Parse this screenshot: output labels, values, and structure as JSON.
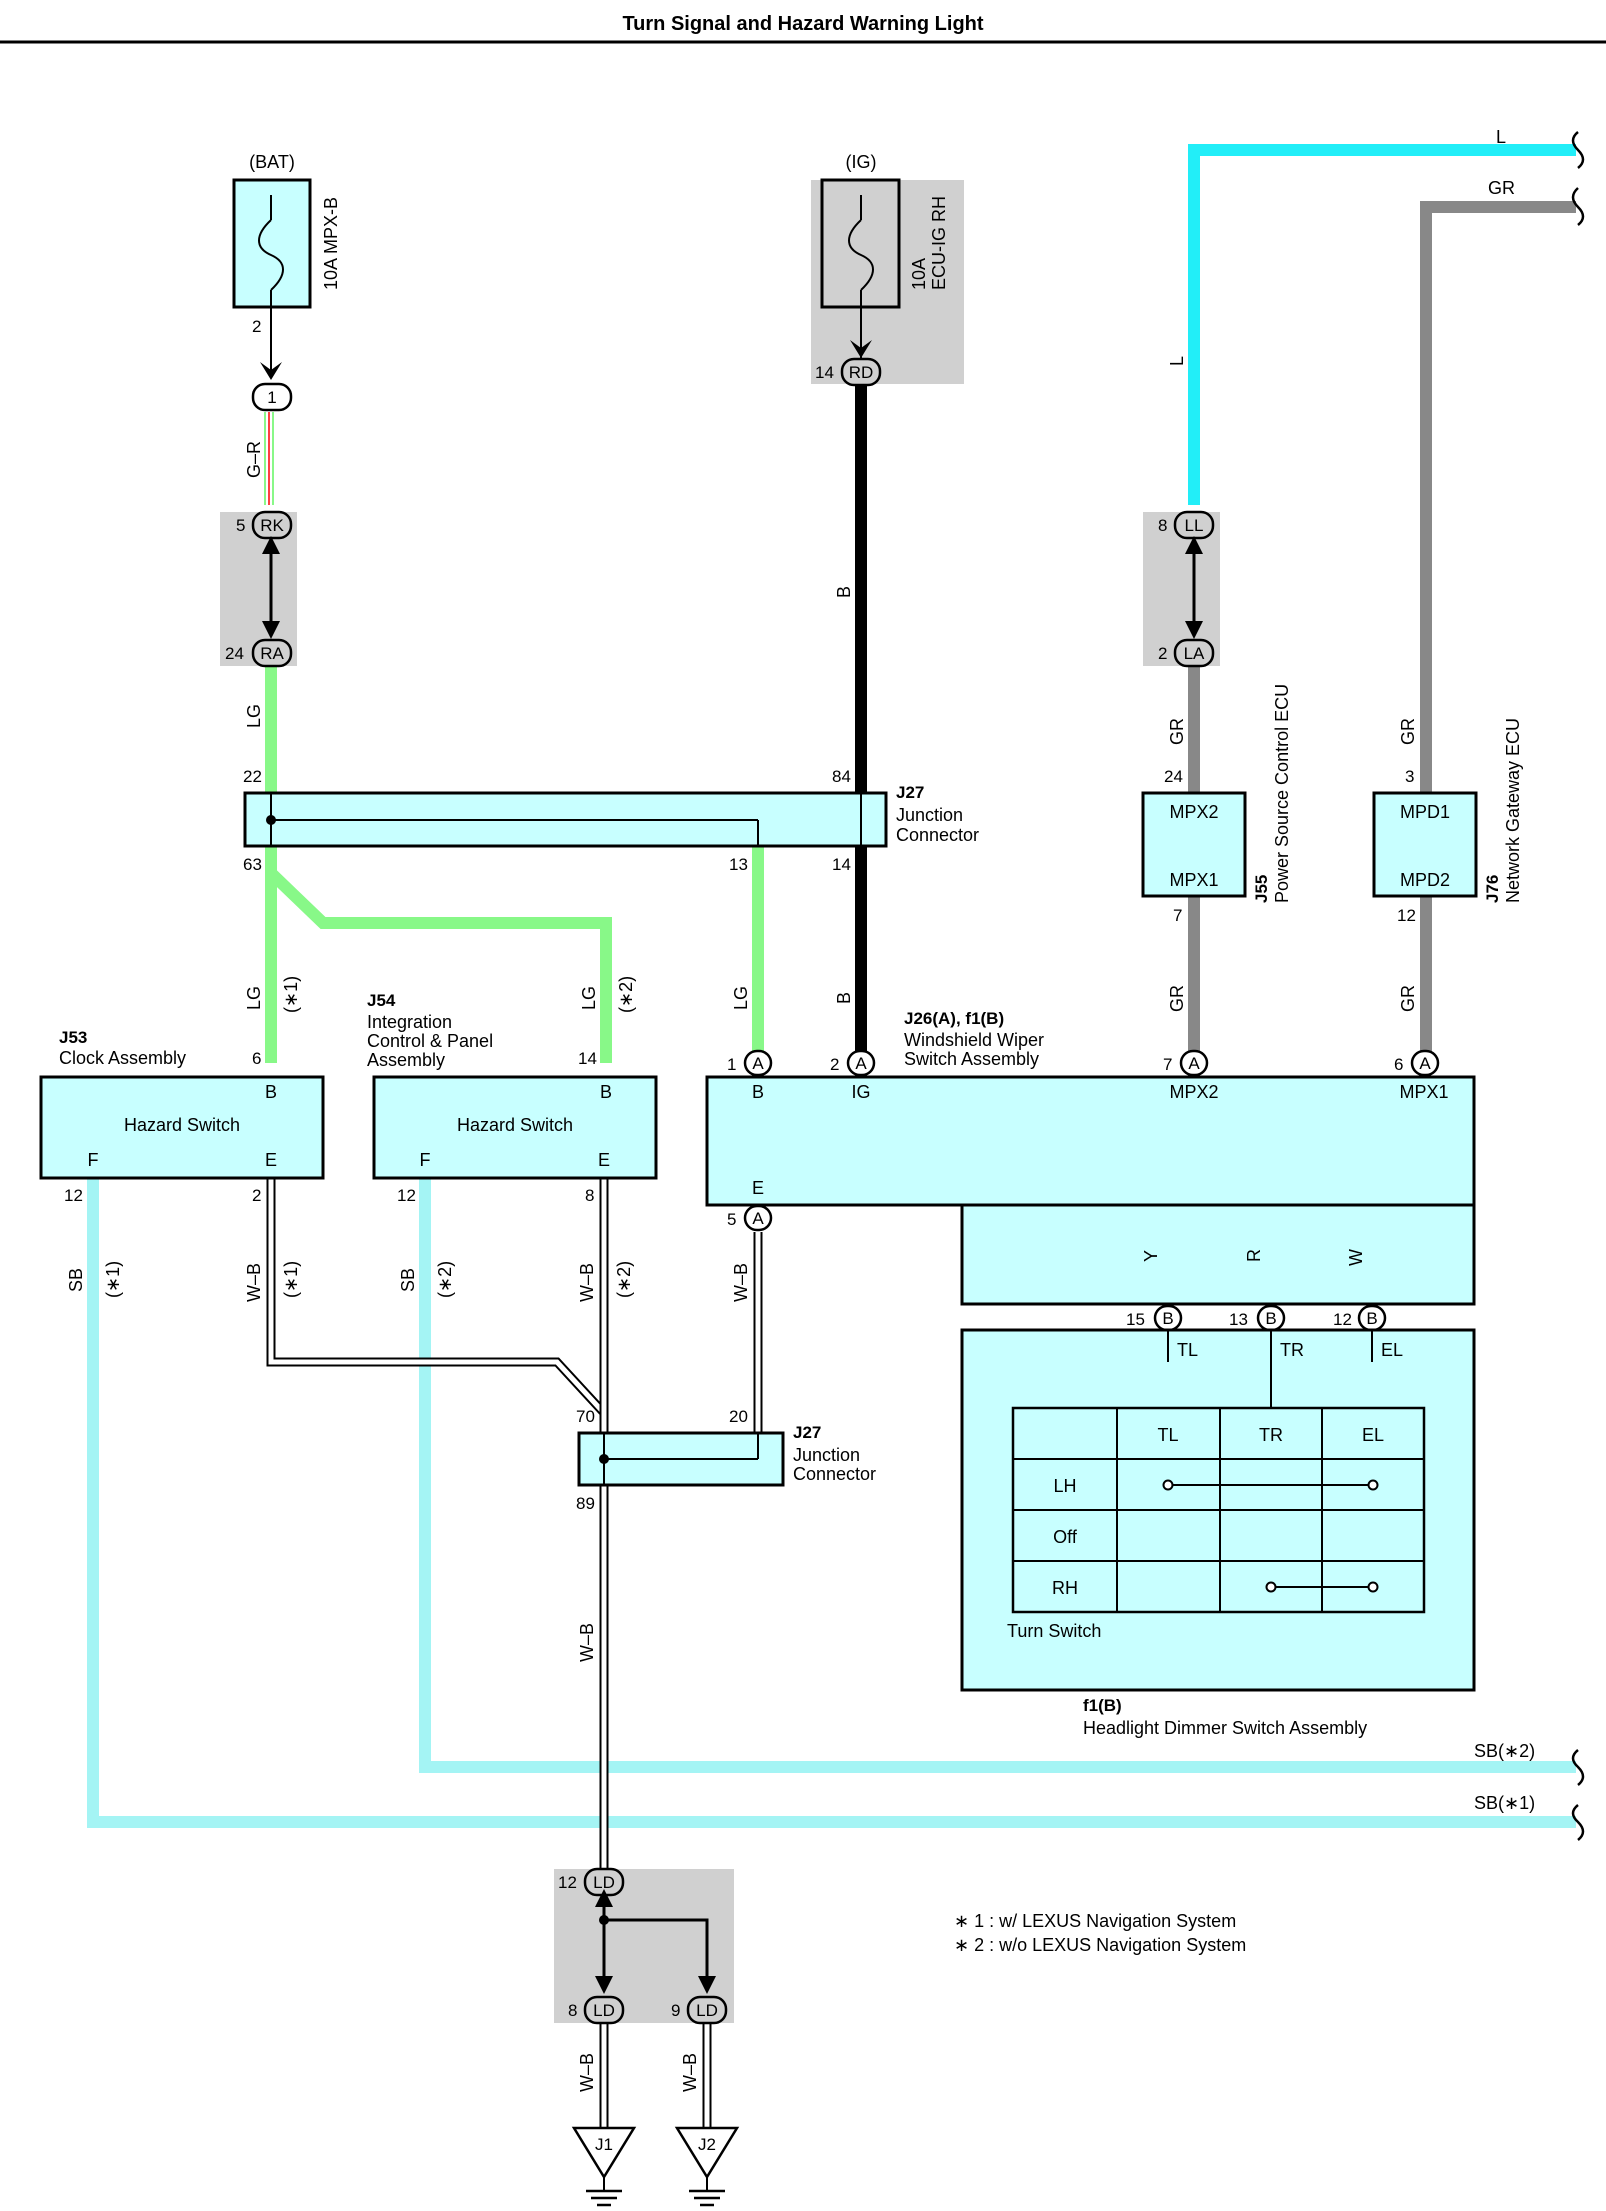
{
  "title": "Turn Signal and Hazard Warning Light",
  "colors": {
    "LG": "#88f888",
    "L": "#22eef8",
    "GR": "#888888",
    "SB": "#a4f4f4",
    "B": "#000000",
    "Y": "#ffe400",
    "R": "#ff1515",
    "W": "#ffffff",
    "GR_R": "#ff4040",
    "component_fill": "#c8ffff",
    "junction_shade": "#d0d0d0"
  },
  "fuses": {
    "bat": {
      "source": "(BAT)",
      "name": "10A MPX-B",
      "pin": "2"
    },
    "ig": {
      "source": "(IG)",
      "amp": "10A",
      "name": "ECU-IG RH",
      "pin": "14",
      "connector": "RD"
    }
  },
  "wire_labels": {
    "gr_r": "G–R",
    "lg_upper": "LG",
    "b_upper": "B",
    "l_top": "L",
    "gr_top": "GR",
    "l_vert": "L",
    "gr_j55": "GR",
    "gr_j76": "GR",
    "lg_j53": "LG",
    "lg_j54": "LG",
    "lg_j26": "LG",
    "b_j26": "B",
    "gr_mpx2": "GR",
    "gr_mpx1": "GR",
    "sb_j53": "SB",
    "wb_j53": "W–B",
    "sb_j54": "SB",
    "wb_j54": "W–B",
    "wb_j26": "W–B",
    "wb_main": "W–B",
    "y": "Y",
    "r": "R",
    "w": "W",
    "wb_j1": "W–B",
    "wb_j2": "W–B"
  },
  "variant_marks": {
    "lg_j53": "(∗1)",
    "lg_j54": "(∗2)",
    "sb_j53": "(∗1)",
    "wb_j53": "(∗1)",
    "sb_j54": "(∗2)",
    "wb_j54": "(∗2)"
  },
  "connectors": {
    "one": "1",
    "rk": "RK",
    "ra": "RA",
    "ll": "LL",
    "la": "LA",
    "ld": "LD",
    "a": "A",
    "b": "B"
  },
  "pins": {
    "rk": "5",
    "ra": "24",
    "ll": "8",
    "la": "2",
    "j27_in_lg": "22",
    "j27_in_b": "84",
    "j27_out_lg1": "63",
    "j27_out_lg2": "13",
    "j27_out_b": "14",
    "j55_in": "24",
    "j55_out": "7",
    "j76_in": "3",
    "j76_out": "12",
    "j53_b": "6",
    "j54_b": "14",
    "j26_b": "1",
    "j26_ig": "2",
    "j26_mpx2": "7",
    "j26_mpx1": "6",
    "j53_f": "12",
    "j53_e": "2",
    "j54_f": "12",
    "j54_e": "8",
    "j26_e": "5",
    "tl": "15",
    "tr": "13",
    "el": "12",
    "j27b_in1": "70",
    "j27b_in2": "20",
    "j27b_out": "89",
    "ld_in": "12",
    "ld_out1": "8",
    "ld_out2": "9"
  },
  "components": {
    "j27_top": {
      "id": "J27",
      "name": "Junction",
      "name2": "Connector"
    },
    "j27_bottom": {
      "id": "J27",
      "name": "Junction",
      "name2": "Connector"
    },
    "j55": {
      "id": "J55",
      "name": "Power Source Control ECU",
      "terminal_top": "MPX2",
      "terminal_bottom": "MPX1"
    },
    "j76": {
      "id": "J76",
      "name": "Network Gateway ECU",
      "terminal_top": "MPD1",
      "terminal_bottom": "MPD2"
    },
    "j53": {
      "id": "J53",
      "name": "Clock Assembly",
      "switch": "Hazard Switch",
      "b": "B",
      "f": "F",
      "e": "E"
    },
    "j54": {
      "id": "J54",
      "name_l1": "Integration",
      "name_l2": "Control & Panel",
      "name_l3": "Assembly",
      "switch": "Hazard Switch",
      "b": "B",
      "f": "F",
      "e": "E"
    },
    "j26": {
      "id": "J26(A), f1(B)",
      "name_l1": "Windshield Wiper",
      "name_l2": "Switch Assembly",
      "b": "B",
      "ig": "IG",
      "mpx2": "MPX2",
      "mpx1": "MPX1",
      "e": "E"
    },
    "f1": {
      "id": "f1(B)",
      "name": "Headlight Dimmer Switch Assembly",
      "switch": "Turn Switch",
      "terminals": [
        "TL",
        "TR",
        "EL"
      ],
      "table_header": [
        "TL",
        "TR",
        "EL"
      ],
      "table_rows": [
        "LH",
        "Off",
        "RH"
      ]
    },
    "j1": {
      "id": "J1"
    },
    "j2": {
      "id": "J2"
    }
  },
  "continuation_labels": {
    "l": "L",
    "gr": "GR",
    "sb2": "SB(∗2)",
    "sb1": "SB(∗1)"
  },
  "notes": [
    "∗ 1 : w/ LEXUS Navigation System",
    "∗ 2 : w/o LEXUS Navigation System"
  ]
}
